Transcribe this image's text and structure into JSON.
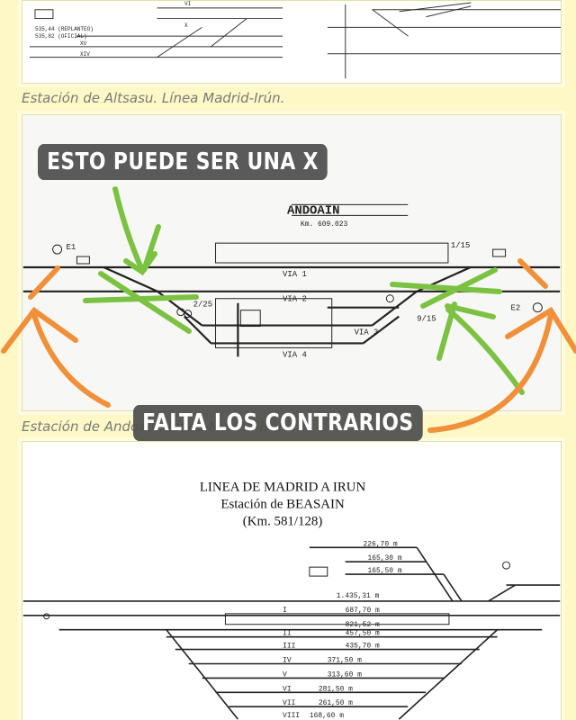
{
  "captions": {
    "altsasu": "Estación de Altsasu. Línea Madrid-Irún.",
    "andoain": "Estación de Andoain. Línea Madrid-Irún."
  },
  "stickers": {
    "x_note": "ESTO PUEDE SER UNA X",
    "contrarios_note": "FALTA LOS CONTRARIOS"
  },
  "andoain_diagram": {
    "station_name": "ANDOAIN",
    "km": "Km. 609.023",
    "track_1": "VIA 1",
    "track_2": "VIA 2",
    "track_3": "VIA 3",
    "track_4": "VIA 4",
    "signal_left": "E1",
    "signal_right": "E2",
    "switch_a": "1/15",
    "switch_b": "2/25",
    "switch_c": "9/15"
  },
  "beasain_diagram": {
    "title_line": "LINEA DE MADRID A IRUN",
    "title_station": "Estación de BEASAIN",
    "title_km": "(Km. 581/128)",
    "lengths": [
      "226,70 m",
      "165,30 m",
      "165,50 m",
      "1.435,31 m",
      "687,70 m",
      "821,52 m",
      "457,50 m",
      "435,70 m",
      "371,50 m",
      "313,60 m",
      "281,50 m",
      "261,50 m",
      "168,60 m"
    ],
    "track_numbers": [
      "I",
      "II",
      "III",
      "IV",
      "V",
      "VI",
      "VII",
      "VIII"
    ]
  },
  "altsasu_diagram": {
    "notes": [
      "535,44 (REPLANTEO)",
      "535,82 (OFICIAL)"
    ],
    "tracks": [
      "XV",
      "XIV",
      "VI",
      "X"
    ]
  },
  "colors": {
    "background": "#fdf8c6",
    "green_arrow": "#7cc242",
    "orange_arrow": "#f0903a",
    "sticker_bg": "#4e4e4e"
  }
}
